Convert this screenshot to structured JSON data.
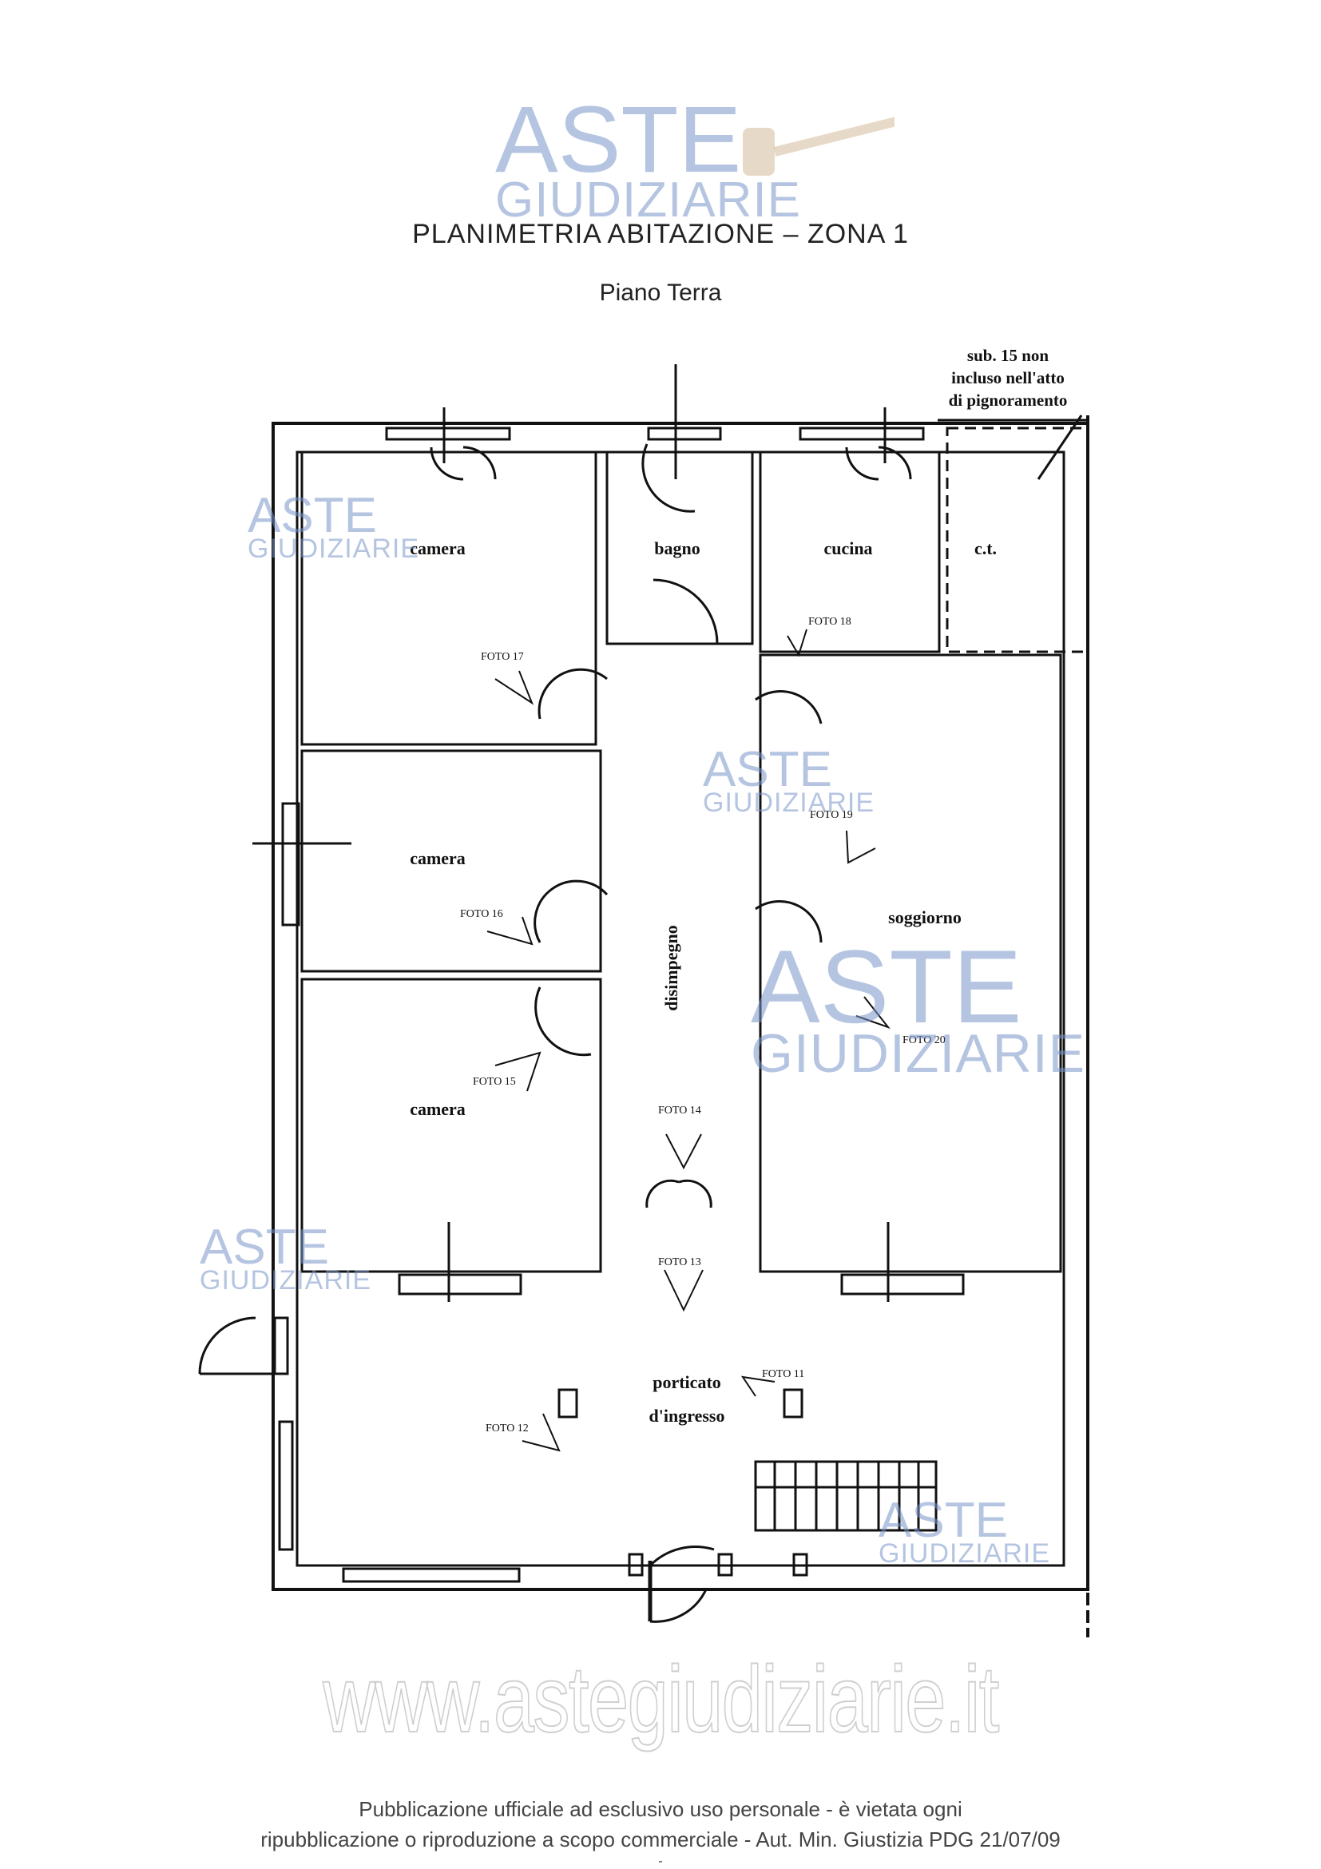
{
  "document": {
    "title": "PLANIMETRIA ABITAZIONE – ZONA 1",
    "subtitle": "Piano Terra"
  },
  "watermark": {
    "line1": "ASTE",
    "line2": "GIUDIZIARIE",
    "url": "www.astegiudiziarie.it"
  },
  "footer": {
    "line1": "Pubblicazione ufficiale ad esclusivo uso personale - è vietata ogni",
    "line2": "ripubblicazione o riproduzione a scopo commerciale - Aut. Min. Giustizia PDG 21/07/09",
    "line3": "-"
  },
  "plan": {
    "note": [
      "sub. 15 non",
      "incluso nell'atto",
      "di pignoramento"
    ],
    "rooms": {
      "camera_1": "camera",
      "bagno": "bagno",
      "cucina": "cucina",
      "ct": "c.t.",
      "camera_2": "camera",
      "camera_3": "camera",
      "disimpegno": "disimpegno",
      "soggiorno": "soggiorno",
      "porticato_1": "porticato",
      "porticato_2": "d'ingresso"
    },
    "photos": {
      "f11": "FOTO 11",
      "f12": "FOTO 12",
      "f13": "FOTO 13",
      "f14": "FOTO 14",
      "f15": "FOTO 15",
      "f16": "FOTO 16",
      "f17": "FOTO 17",
      "f18": "FOTO 18",
      "f19": "FOTO 19",
      "f20": "FOTO 20"
    }
  }
}
